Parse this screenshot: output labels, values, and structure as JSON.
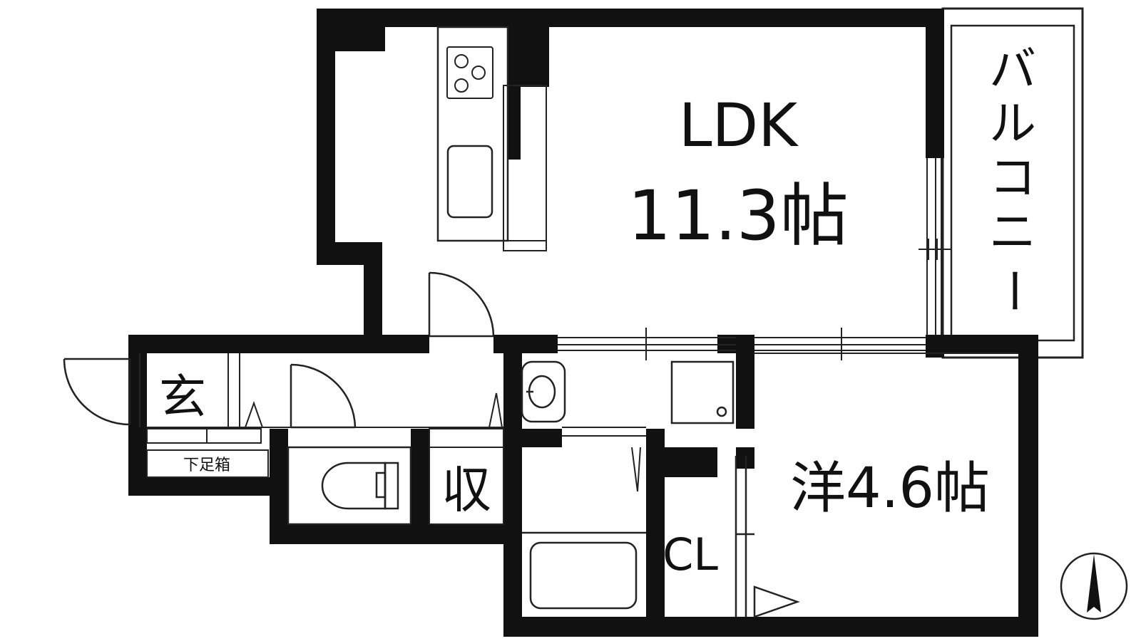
{
  "rooms": {
    "ldk": {
      "name": "LDK",
      "size": "11.3帖"
    },
    "balcony": {
      "name": "バルコニー",
      "chars": [
        "バ",
        "ル",
        "コ",
        "ニ",
        "ー"
      ]
    },
    "entrance": {
      "name": "玄"
    },
    "shoe_box": {
      "name": "下足箱"
    },
    "storage": {
      "name": "収"
    },
    "closet": {
      "name": "CL"
    },
    "western_room": {
      "name": "洋4.6帖"
    }
  },
  "compass": {
    "direction": "N",
    "icon": "north-arrow-icon"
  }
}
